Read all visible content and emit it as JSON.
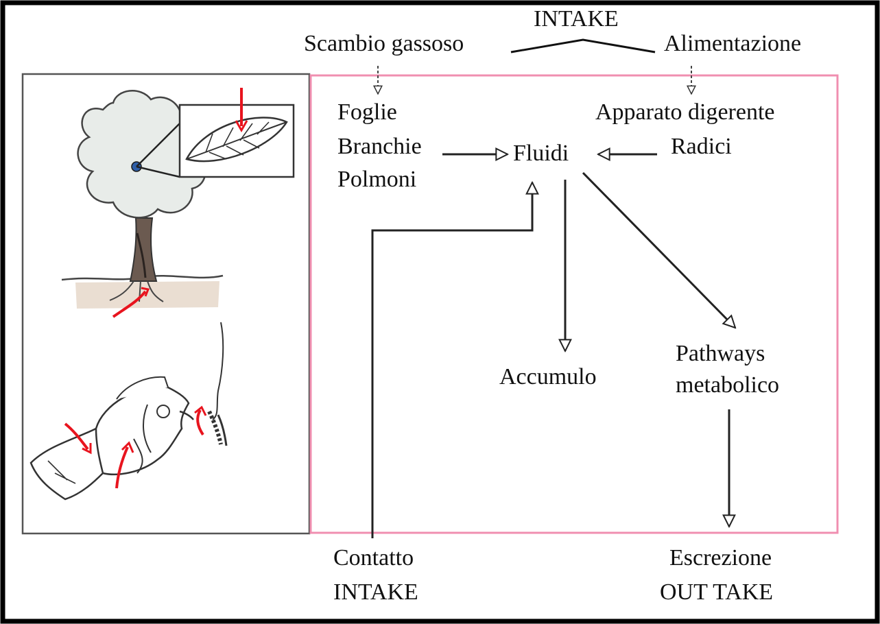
{
  "intake_top": "INTAKE",
  "gas_exchange": "Scambio gassoso",
  "feeding": "Alimentazione",
  "organs": {
    "leaves": "Foglie",
    "gills": "Branchie",
    "lungs": "Polmoni"
  },
  "digestive": "Apparato digerente",
  "roots": "Radici",
  "fluids": "Fluidi",
  "accumulation": "Accumulo",
  "pathways": {
    "line1": "Pathways",
    "line2": "metabolico"
  },
  "contact": {
    "line1": "Contatto",
    "line2": "INTAKE"
  },
  "excretion": {
    "line1": "Escrezione",
    "line2": "OUT TAKE"
  },
  "colors": {
    "outer_border": "#000000",
    "illustration_border": "#555555",
    "process_border": "#f08fb0",
    "red_arrows": "#e8141e",
    "tree_foliage": "#e8ece9",
    "soil": "#d9c2ad",
    "leaf_marker": "#2f5fa8"
  },
  "icons": [
    "tree-icon",
    "leaf-icon",
    "fish-icon",
    "fishing-line-icon"
  ]
}
